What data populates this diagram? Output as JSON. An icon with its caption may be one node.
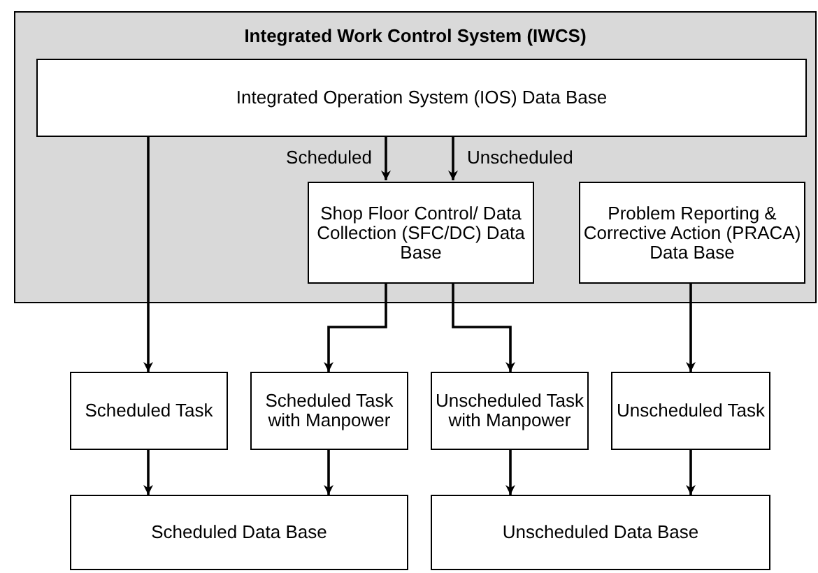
{
  "diagram": {
    "nodes": [
      {
        "text": [
          "Integrated Work Control System (IWCS)"
        ]
      },
      {
        "text": [
          "Integrated Operation System (IOS) Data Base"
        ],
        "in": 0
      },
      {
        "text": [
          "Shop Floor Control/ Data Collection (SFC/DC) Data Base"
        ],
        "in": 0
      },
      {
        "text": [
          "Problem Reporting & Corrective Action (PRACA) Data Base"
        ],
        "in": 0
      },
      {
        "text": [
          "Scheduled Task"
        ]
      },
      {
        "text": [
          "Scheduled Task with Manpower"
        ]
      },
      {
        "text": [
          "Unscheduled Task with Manpower"
        ]
      },
      {
        "text": [
          "Unscheduled Task"
        ]
      },
      {
        "text": [
          "Scheduled Data Base"
        ]
      },
      {
        "text": [
          "Unscheduled Data Base"
        ]
      }
    ],
    "edges": [
      {
        "from": 1,
        "to": 2,
        "arrow": "to",
        "label": "Scheduled"
      },
      {
        "from": 1,
        "to": 2,
        "arrow": "to",
        "label": "Unscheduled"
      },
      {
        "from": 1,
        "to": 4,
        "arrow": "to"
      },
      {
        "from": 2,
        "to": 5,
        "arrow": "to"
      },
      {
        "from": 2,
        "to": 6,
        "arrow": "to"
      },
      {
        "from": 3,
        "to": 7,
        "arrow": "to"
      },
      {
        "from": 4,
        "to": 8,
        "arrow": "to"
      },
      {
        "from": 5,
        "to": 8,
        "arrow": "to"
      },
      {
        "from": 6,
        "to": 9,
        "arrow": "to"
      },
      {
        "from": 7,
        "to": 9,
        "arrow": "to"
      }
    ]
  }
}
